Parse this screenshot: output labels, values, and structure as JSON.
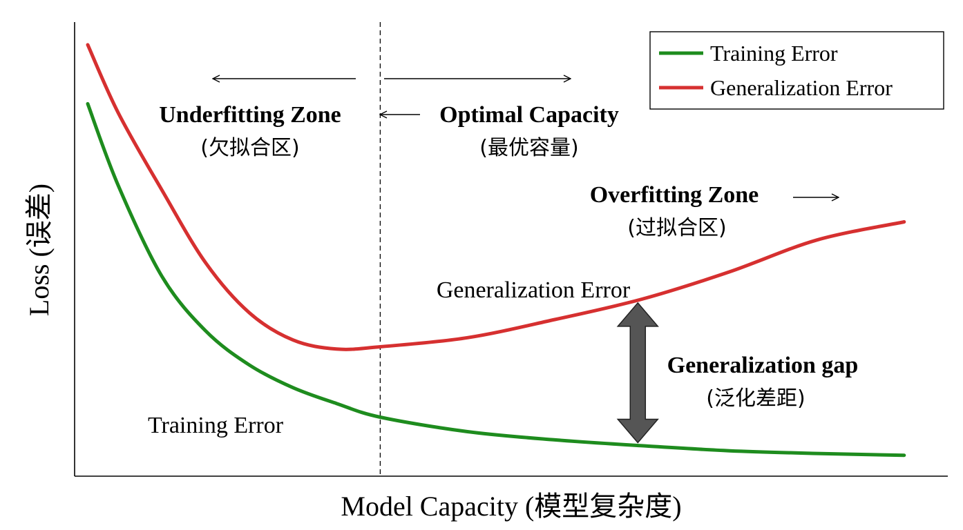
{
  "chart_data": {
    "type": "line",
    "xlabel": "Model Capacity (模型复杂度)",
    "ylabel": "Loss (误差)",
    "xlim": [
      0,
      10
    ],
    "ylim": [
      0,
      10
    ],
    "grid": false,
    "legend_placement": "top-right",
    "x": [
      0.15,
      0.5,
      1.0,
      1.5,
      2.0,
      2.5,
      3.0,
      3.5,
      4.5,
      5.5,
      6.5,
      7.5,
      8.5,
      9.5
    ],
    "series": [
      {
        "name": "Training Error",
        "color": "#1e8c1e",
        "values": [
          8.2,
          6.4,
          4.4,
          3.2,
          2.45,
          1.95,
          1.6,
          1.3,
          0.98,
          0.8,
          0.67,
          0.56,
          0.5,
          0.46
        ]
      },
      {
        "name": "Generalization Error",
        "color": "#d63030",
        "values": [
          9.5,
          8.0,
          6.3,
          4.7,
          3.6,
          3.0,
          2.8,
          2.85,
          3.05,
          3.45,
          3.9,
          4.5,
          5.2,
          5.6
        ]
      }
    ],
    "optimal_x": 3.5,
    "gap_x": 6.45,
    "annotations": {
      "underfitting_title": "Underfitting Zone",
      "underfitting_sub": "(欠拟合区)",
      "optimal_title": "Optimal Capacity",
      "optimal_sub": "(最优容量)",
      "overfitting_title": "Overfitting Zone",
      "overfitting_sub": "(过拟合区)",
      "gen_error_label": "Generalization Error",
      "train_error_label": "Training Error",
      "gap_title": "Generalization gap",
      "gap_sub": "(泛化差距)"
    },
    "colors": {
      "axis": "#000000",
      "gap_arrow": "#555555"
    }
  }
}
